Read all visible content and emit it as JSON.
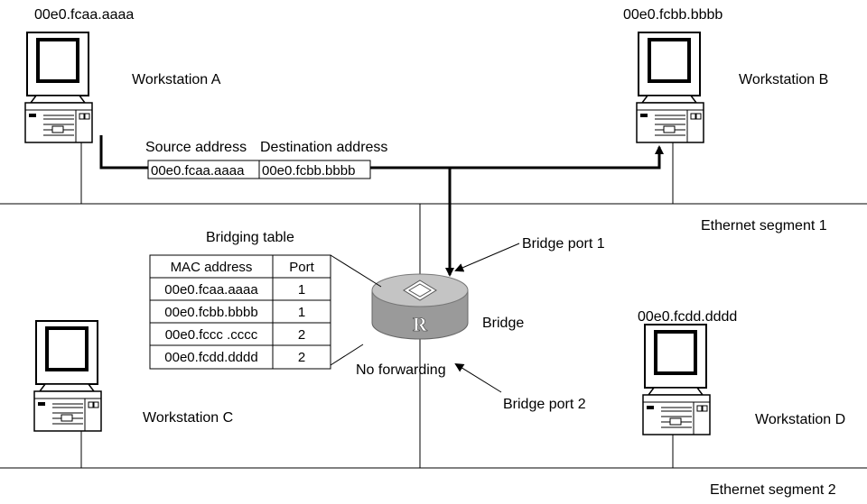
{
  "workstations": {
    "a": {
      "name": "Workstation A",
      "mac": "00e0.fcaa.aaaa"
    },
    "b": {
      "name": "Workstation B",
      "mac": "00e0.fcbb.bbbb"
    },
    "c": {
      "name": "Workstation C"
    },
    "d": {
      "name": "Workstation D",
      "mac": "00e0.fcdd.dddd"
    }
  },
  "frame": {
    "source_label": "Source address",
    "destination_label": "Destination address",
    "source_value": "00e0.fcaa.aaaa",
    "destination_value": "00e0.fcbb.bbbb"
  },
  "segments": {
    "one": "Ethernet segment 1",
    "two": "Ethernet segment 2"
  },
  "bridge": {
    "label": "Bridge",
    "letter": "R",
    "port1": "Bridge port 1",
    "port2": "Bridge port 2",
    "no_forwarding": "No forwarding"
  },
  "bridging_table": {
    "title": "Bridging table",
    "headers": [
      "MAC address",
      "Port"
    ],
    "rows": [
      {
        "mac": "00e0.fcaa.aaaa",
        "port": "1"
      },
      {
        "mac": "00e0.fcbb.bbbb",
        "port": "1"
      },
      {
        "mac": "00e0.fccc .cccc",
        "port": "2"
      },
      {
        "mac": "00e0.fcdd.dddd",
        "port": "2"
      }
    ]
  }
}
